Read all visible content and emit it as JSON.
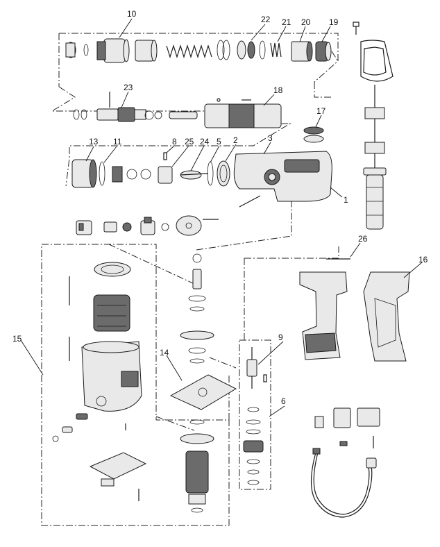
{
  "diagram": {
    "callouts": [
      {
        "id": "c1",
        "label": "1"
      },
      {
        "id": "c2",
        "label": "2"
      },
      {
        "id": "c3",
        "label": "3"
      },
      {
        "id": "c5",
        "label": "5"
      },
      {
        "id": "c6",
        "label": "6"
      },
      {
        "id": "c8",
        "label": "8"
      },
      {
        "id": "c9",
        "label": "9"
      },
      {
        "id": "c10",
        "label": "10"
      },
      {
        "id": "c11",
        "label": "11"
      },
      {
        "id": "c13",
        "label": "13"
      },
      {
        "id": "c14",
        "label": "14"
      },
      {
        "id": "c15",
        "label": "15"
      },
      {
        "id": "c16",
        "label": "16"
      },
      {
        "id": "c17",
        "label": "17"
      },
      {
        "id": "c18",
        "label": "18"
      },
      {
        "id": "c19",
        "label": "19"
      },
      {
        "id": "c20",
        "label": "20"
      },
      {
        "id": "c21",
        "label": "21"
      },
      {
        "id": "c22",
        "label": "22"
      },
      {
        "id": "c23",
        "label": "23"
      },
      {
        "id": "c24",
        "label": "24"
      },
      {
        "id": "c25",
        "label": "25"
      },
      {
        "id": "c26",
        "label": "26"
      }
    ]
  }
}
